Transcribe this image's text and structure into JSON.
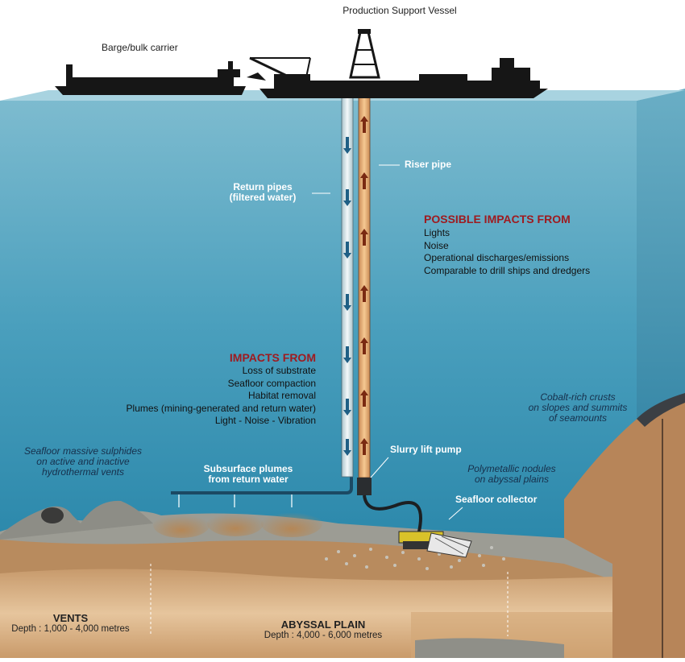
{
  "labels": {
    "vessel": "Production Support Vessel",
    "barge": "Barge/bulk carrier",
    "riser": "Riser pipe",
    "return_pipes": [
      "Return pipes",
      "(filtered water)"
    ],
    "slurry_pump": "Slurry lift pump",
    "subsurface_plumes": [
      "Subsurface plumes",
      "from return water"
    ],
    "seafloor_collector": "Seafloor collector",
    "sulphides": [
      "Seafloor massive sulphides",
      "on active and inactive",
      "hydrothermal vents"
    ],
    "nodules": [
      "Polymetallic nodules",
      "on abyssal plains"
    ],
    "crusts": [
      "Cobalt-rich crusts",
      "on slopes and summits",
      "of seamounts"
    ]
  },
  "possible_impacts": {
    "heading": "POSSIBLE IMPACTS FROM",
    "items": [
      "Lights",
      "Noise",
      "Operational discharges/emissions",
      "Comparable to drill ships and dredgers"
    ]
  },
  "impacts": {
    "heading": "IMPACTS FROM",
    "items": [
      "Loss of substrate",
      "Seafloor compaction",
      "Habitat removal",
      "Plumes (mining-generated and return water)",
      "Light - Noise - Vibration"
    ]
  },
  "zones": {
    "vents": {
      "title": "VENTS",
      "depth": "Depth : 1,000 - 4,000 metres"
    },
    "abyssal": {
      "title": "ABYSSAL PLAIN",
      "depth": "Depth : 4,000 - 6,000 metres"
    }
  },
  "colors": {
    "water_top": "#6fb2c8",
    "water_bottom": "#2e8cae",
    "riser": "#f2b97d",
    "return_pipe": "#e8f1f3",
    "impact_heading": "#9e1b20",
    "sediment": "#d9b48a"
  }
}
